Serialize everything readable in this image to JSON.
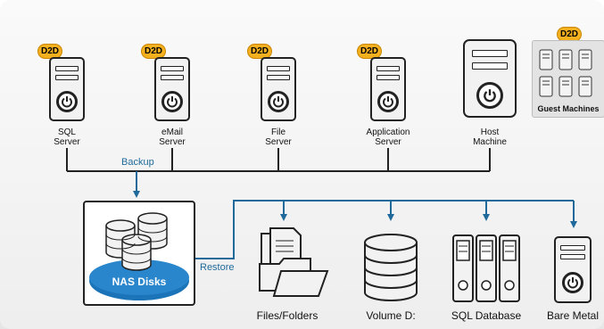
{
  "sources": [
    {
      "badge": "D2D",
      "label_line1": "SQL",
      "label_line2": "Server"
    },
    {
      "badge": "D2D",
      "label_line1": "eMail",
      "label_line2": "Server"
    },
    {
      "badge": "D2D",
      "label_line1": "File",
      "label_line2": "Server"
    },
    {
      "badge": "D2D",
      "label_line1": "Application",
      "label_line2": "Server"
    }
  ],
  "host": {
    "label_line1": "Host",
    "label_line2": "Machine"
  },
  "guest": {
    "badge": "D2D",
    "label": "Guest Machines"
  },
  "flows": {
    "backup": "Backup",
    "restore": "Restore"
  },
  "nas": {
    "label": "NAS Disks"
  },
  "targets": [
    {
      "label": "Files/Folders"
    },
    {
      "label": "Volume D:"
    },
    {
      "label": "SQL Database"
    },
    {
      "label": "Bare Metal"
    }
  ],
  "colors": {
    "flow": "#1f6a9a",
    "badge": "#f5b020",
    "nas_disk": "#1b73b8"
  }
}
